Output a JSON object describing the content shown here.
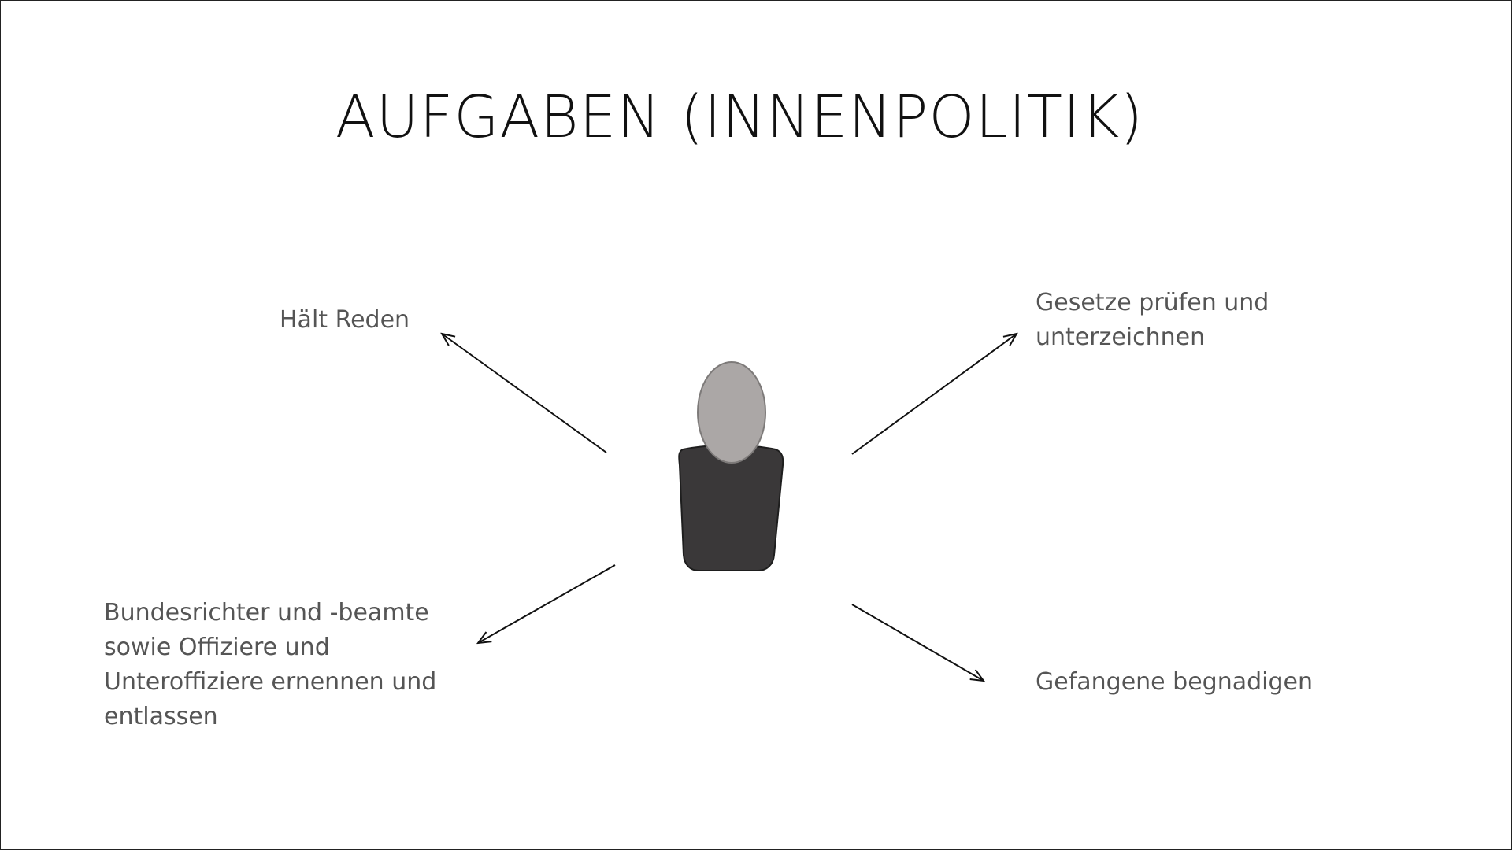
{
  "slide": {
    "title": "AUFGABEN (INNENPOLITIK)",
    "tasks": {
      "top_left": "Hält Reden",
      "top_right": "Gesetze prüfen und unterzeichnen",
      "bottom_left": "Bundesrichter und -beamte sowie Offiziere und Unteroffiziere ernennen und entlassen",
      "bottom_right": "Gefangene begnadigen"
    },
    "figure": {
      "icon": "person-silhouette-icon",
      "head_color": "#aba7a6",
      "body_color": "#3a3839"
    }
  }
}
